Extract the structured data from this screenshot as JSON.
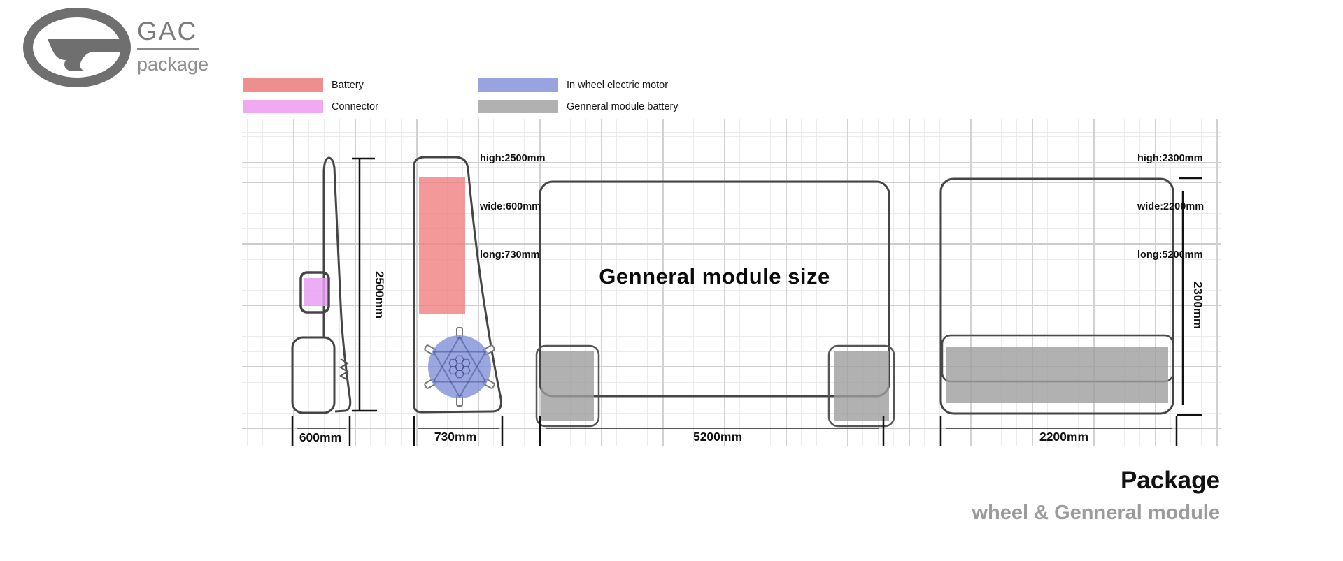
{
  "header": {
    "brand": "GAC",
    "brand_sub": "package"
  },
  "legend": {
    "items": [
      {
        "label": "Battery",
        "color": "#ee8f8f"
      },
      {
        "label": "Connector",
        "color": "#f0aaf2"
      },
      {
        "label": "In wheel electric motor",
        "color": "#99a3dd"
      },
      {
        "label": "Genneral module battery",
        "color": "#b1b1b1"
      }
    ]
  },
  "specs_wheel_module": {
    "lines": [
      "high:2500mm",
      "wide:600mm",
      "long:730mm"
    ]
  },
  "specs_genneral_module": {
    "lines": [
      "high:2300mm",
      "wide:2200mm",
      "long:5200mm"
    ]
  },
  "drawings": {
    "genneral_module_title": "Genneral module size",
    "dim_front_width": "600mm",
    "dim_side_length": "730mm",
    "dim_module_length": "5200mm",
    "dim_module_width": "2200mm",
    "dim_wheel_height": "2500mm",
    "dim_module_height": "2300mm"
  },
  "footer": {
    "title": "Package",
    "subtitle": "wheel & Genneral module"
  },
  "colors": {
    "battery": "#ee8f8f",
    "connector": "#f0aaf2",
    "in_wheel_motor": "#99a3dd",
    "genneral_module_battery": "#b1b1b1",
    "outline": "#454545",
    "brand_gray": "#6f6f6f",
    "subtitle_gray": "#9b9b9b"
  }
}
